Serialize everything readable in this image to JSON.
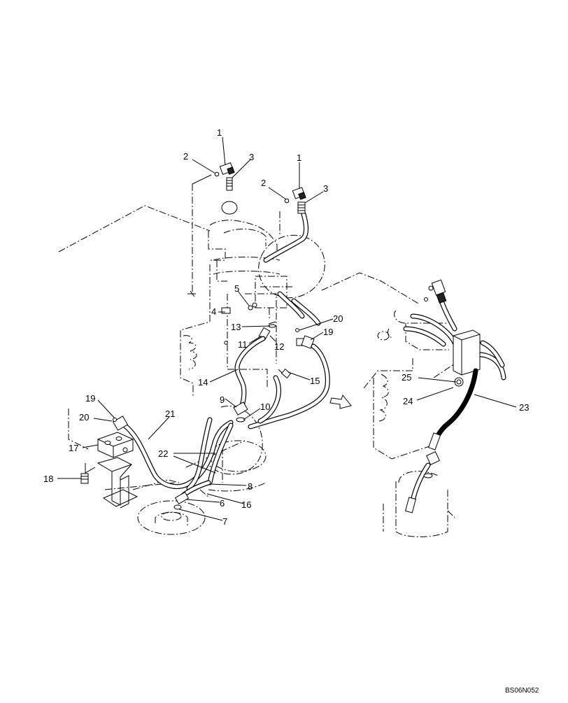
{
  "diagram": {
    "drawing_code": "BS06N052",
    "main_view_labels": [
      "1",
      "2",
      "3",
      "1",
      "2",
      "3",
      "4",
      "5",
      "13",
      "11",
      "12",
      "20",
      "19",
      "14",
      "15",
      "9",
      "10",
      "19",
      "21",
      "20",
      "17",
      "22",
      "18",
      "8",
      "6",
      "16",
      "7"
    ],
    "detail_view_labels": [
      "25",
      "24",
      "23"
    ]
  }
}
